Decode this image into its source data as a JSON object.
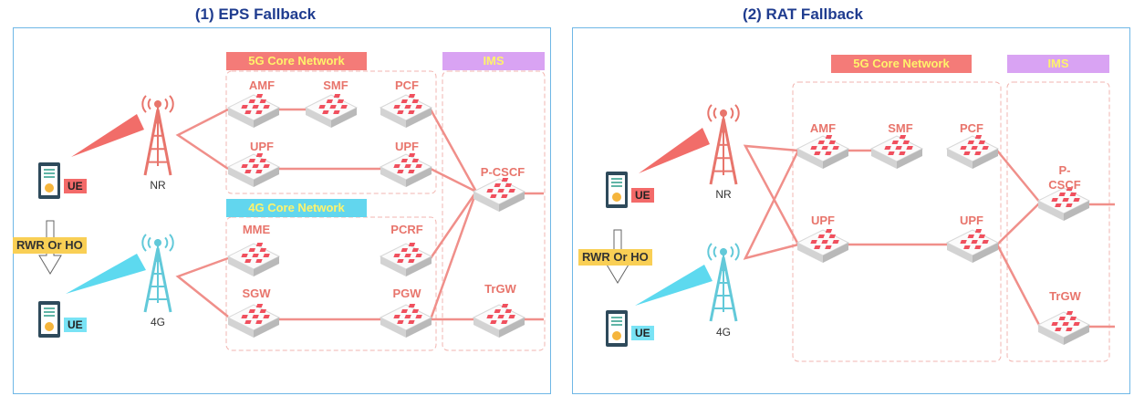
{
  "panels": [
    {
      "title": "(1) EPS Fallback",
      "banner_5g": "5G Core Network",
      "banner_4g": "4G Core Network",
      "banner_ims": "IMS",
      "nodes": {
        "amf": "AMF",
        "smf": "SMF",
        "pcf": "PCF",
        "upf1": "UPF",
        "upf2": "UPF",
        "pcscf": "P-CSCF",
        "mme": "MME",
        "pcrf": "PCRF",
        "sgw": "SGW",
        "pgw": "PGW",
        "trgw": "TrGW"
      },
      "nr_label": "NR",
      "lte_label": "4G",
      "ue_top": "UE",
      "ue_bottom": "UE",
      "transition": "RWR Or HO"
    },
    {
      "title": "(2) RAT Fallback",
      "banner_5g": "5G Core Network",
      "banner_ims": "IMS",
      "nodes": {
        "amf": "AMF",
        "smf": "SMF",
        "pcf": "PCF",
        "upf1": "UPF",
        "upf2": "UPF",
        "pcscf": "P-\nCSCF",
        "trgw": "TrGW"
      },
      "nr_label": "NR",
      "lte_label": "4G",
      "ue_top": "UE",
      "ue_bottom": "UE",
      "transition": "RWR Or HO"
    }
  ],
  "colors": {
    "panel_border": "#6fb7e6",
    "title": "#1f3c8f",
    "link": "#f08f8a",
    "nr_tower": "#e8756c",
    "lte_tower": "#62c9d9",
    "router_icon": "#f0505e"
  }
}
